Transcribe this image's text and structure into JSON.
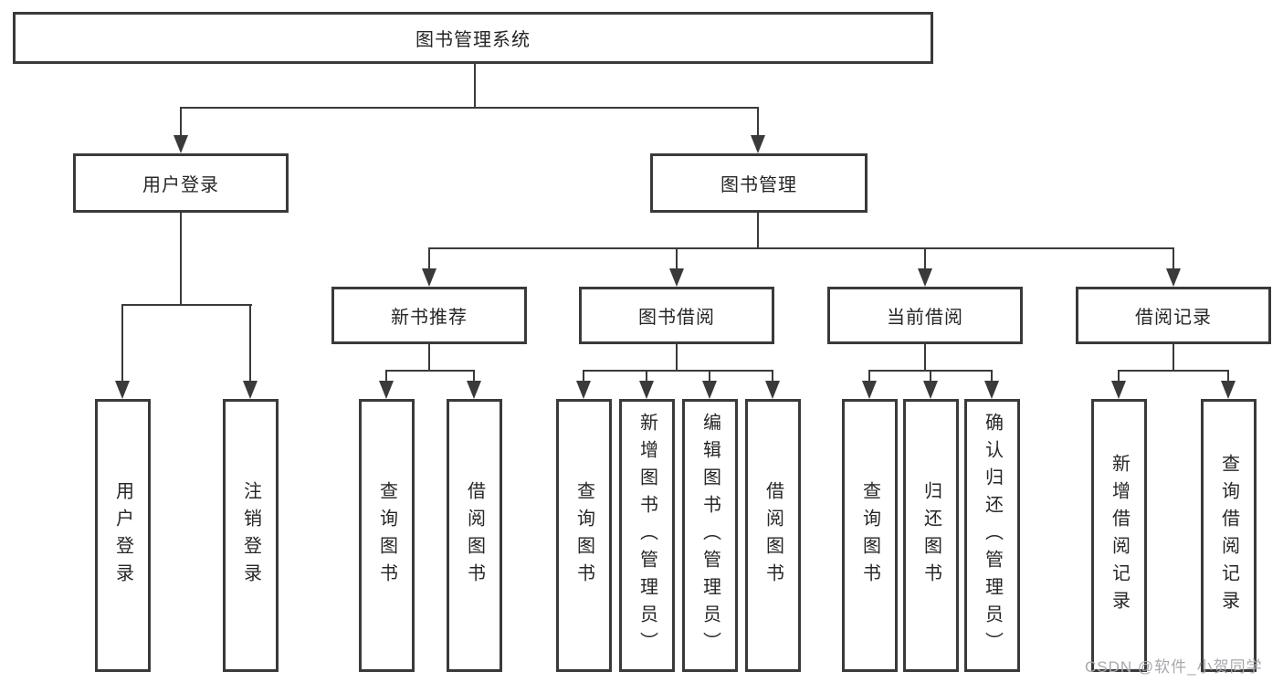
{
  "diagram": {
    "colors": {
      "line": "#3a3a3a",
      "text": "#262626",
      "background": "#ffffff",
      "watermark": "#a8a8ae"
    },
    "watermark": {
      "text": "CSDN @软件_小贺同学"
    },
    "tree": {
      "label": "图书管理系统",
      "children": [
        {
          "label": "用户登录",
          "children": [
            {
              "label": "用户登录"
            },
            {
              "label": "注销登录"
            }
          ]
        },
        {
          "label": "图书管理",
          "children": [
            {
              "label": "新书推荐",
              "children": [
                {
                  "label": "查询图书"
                },
                {
                  "label": "借阅图书"
                }
              ]
            },
            {
              "label": "图书借阅",
              "children": [
                {
                  "label": "查询图书"
                },
                {
                  "label": "新增图书（管理员）"
                },
                {
                  "label": "编辑图书（管理员）"
                },
                {
                  "label": "借阅图书"
                }
              ]
            },
            {
              "label": "当前借阅",
              "children": [
                {
                  "label": "查询图书"
                },
                {
                  "label": "归还图书"
                },
                {
                  "label": "确认归还（管理员）"
                }
              ]
            },
            {
              "label": "借阅记录",
              "children": [
                {
                  "label": "新增借阅记录"
                },
                {
                  "label": "查询借阅记录"
                }
              ]
            }
          ]
        }
      ]
    }
  }
}
